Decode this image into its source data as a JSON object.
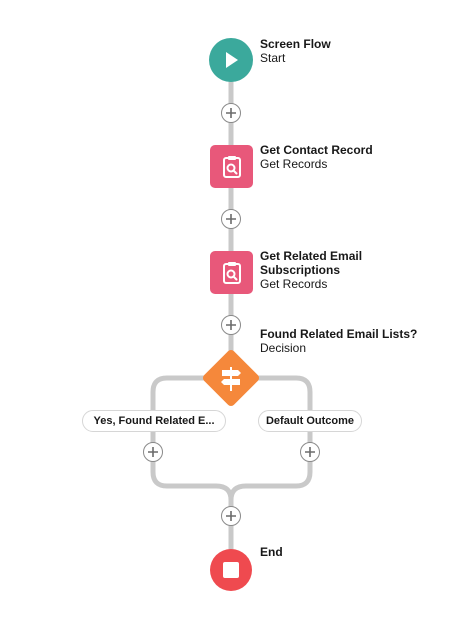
{
  "flow": {
    "start": {
      "title": "Screen Flow",
      "subtitle": "Start"
    },
    "get_contact": {
      "title": "Get Contact Record",
      "subtitle": "Get Records"
    },
    "get_related": {
      "title_line1": "Get Related Email",
      "title_line2": "Subscriptions",
      "subtitle": "Get Records"
    },
    "decision": {
      "title": "Found Related Email Lists?",
      "subtitle": "Decision"
    },
    "outcomes": {
      "yes_label": "Yes, Found Related E...",
      "default_label": "Default Outcome"
    },
    "end": {
      "title": "End"
    }
  },
  "colors": {
    "start": "#3ba99c",
    "get_records": "#e8587a",
    "decision": "#f5883b",
    "end": "#ef4a4f",
    "connector": "#c9c9c9"
  },
  "icons": {
    "start": "play-icon",
    "get_records": "clipboard-search-icon",
    "decision": "signpost-icon",
    "end": "stop-icon",
    "add": "plus-icon"
  }
}
